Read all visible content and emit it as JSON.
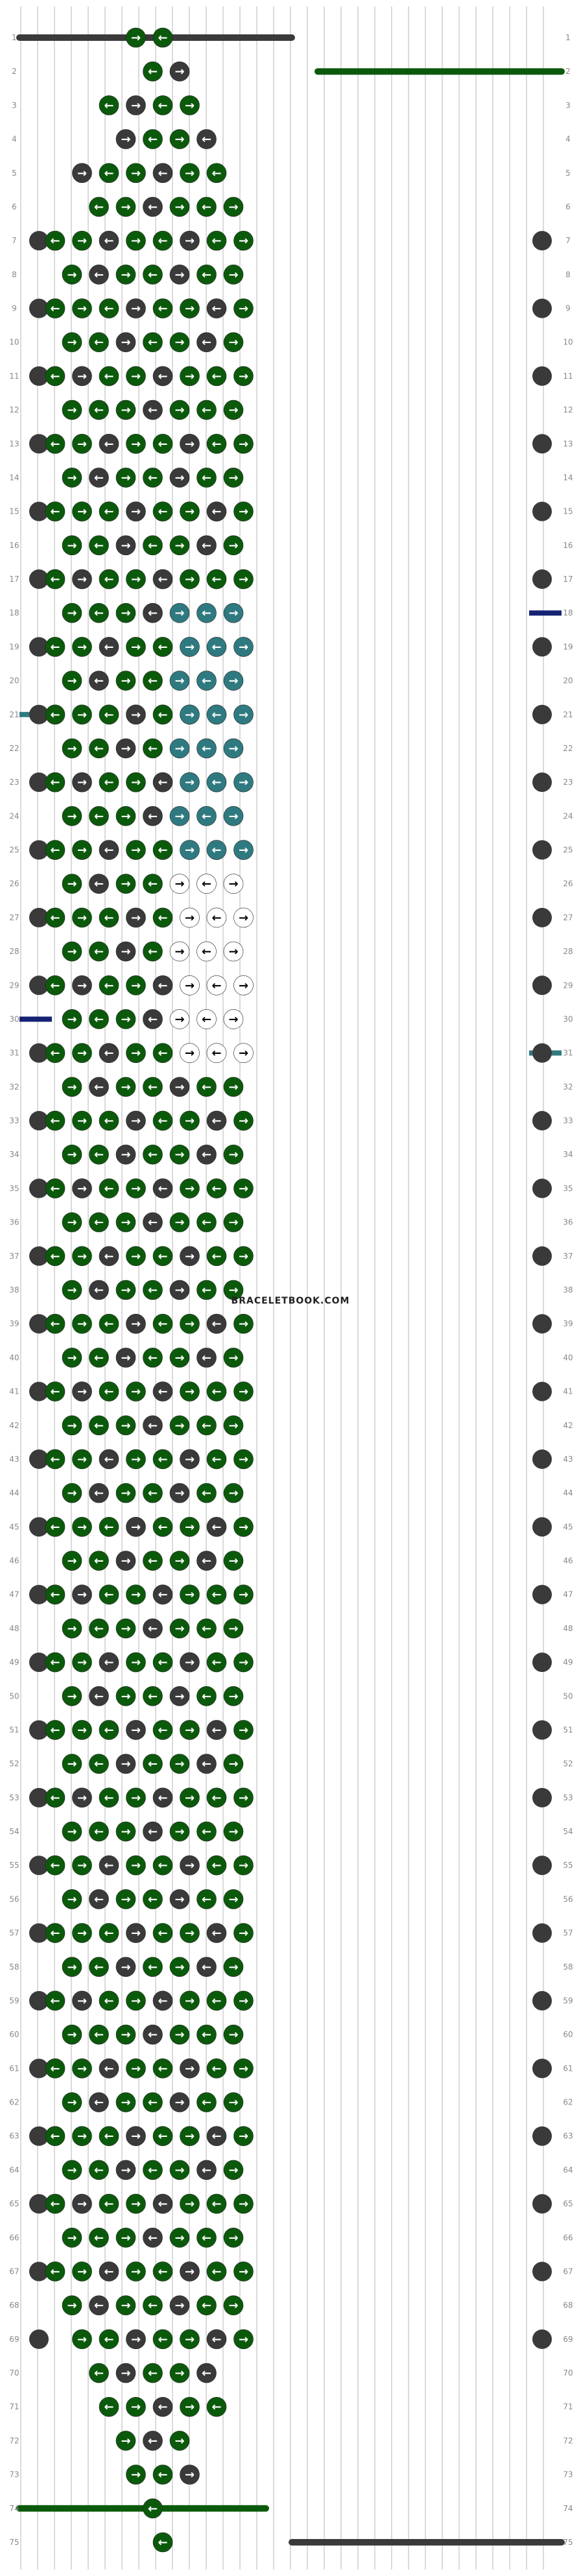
{
  "watermark": "BRACELETBOOK.COM",
  "row_count": 75,
  "strand_count": 16,
  "colors": {
    "dark_gray": "#3a3a3a",
    "green": "#0b5a0b",
    "teal": "#2f7a80",
    "navy": "#152273",
    "white": "#ffffff",
    "thread_outline": "#b5b5b5",
    "row_number": "#888888"
  },
  "icons": {
    "knot_left": "arrow-left-icon",
    "knot_right": "arrow-right-icon"
  },
  "description_note": ""
}
